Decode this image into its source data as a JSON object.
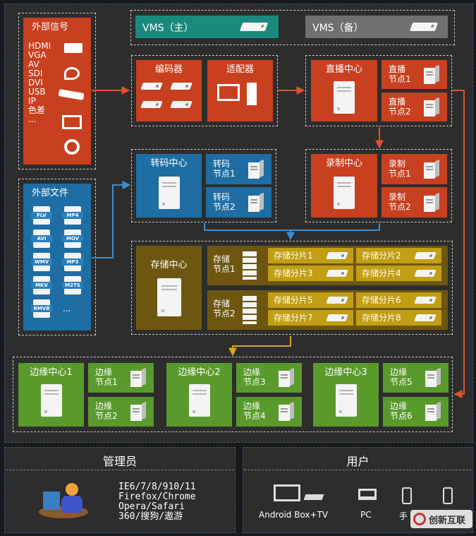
{
  "vms_primary": "VMS（主）",
  "vms_backup": "VMS（备）",
  "external_signal": {
    "title": "外部信号",
    "items": [
      "HDMI",
      "VGA",
      "AV",
      "SDI",
      "DVI",
      "USB",
      "IP",
      "色差",
      "..."
    ]
  },
  "external_file": {
    "title": "外部文件",
    "formats": [
      "FLV",
      "MP4",
      "AVI",
      "MOV",
      "WMV",
      "MP3",
      "MKV",
      "M2TS",
      "RMVB"
    ],
    "more": "..."
  },
  "encoder": "编码器",
  "adapter": "适配器",
  "live_center": "直播中心",
  "live_node1": "直播\n节点1",
  "live_node2": "直播\n节点2",
  "transcode_center": "转码中心",
  "transcode_node1": "转码\n节点1",
  "transcode_node2": "转码\n节点2",
  "record_center": "录制中心",
  "record_node1": "录制\n节点1",
  "record_node2": "录制\n节点2",
  "storage_center": "存储中心",
  "storage_node1": "存储\n节点1",
  "storage_node2": "存储\n节点2",
  "shards": [
    "存储分片1",
    "存储分片2",
    "存储分片3",
    "存储分片4",
    "存储分片5",
    "存储分片6",
    "存储分片7",
    "存储分片8"
  ],
  "edge": [
    {
      "center": "边缘中心1",
      "node_a": "边缘\n节点1",
      "node_b": "边缘\n节点2"
    },
    {
      "center": "边缘中心2",
      "node_a": "边缘\n节点3",
      "node_b": "边缘\n节点4"
    },
    {
      "center": "边缘中心3",
      "node_a": "边缘\n节点5",
      "node_b": "边缘\n节点6"
    }
  ],
  "admin": {
    "title": "管理员",
    "browsers": [
      "IE6/7/8/910/11",
      "Firefox/Chrome",
      "Opera/Safari",
      "360/搜狗/遨游"
    ]
  },
  "user": {
    "title": "用户",
    "devices": [
      "Android Box+TV",
      "PC",
      "手"
    ]
  },
  "watermark": "创新互联"
}
